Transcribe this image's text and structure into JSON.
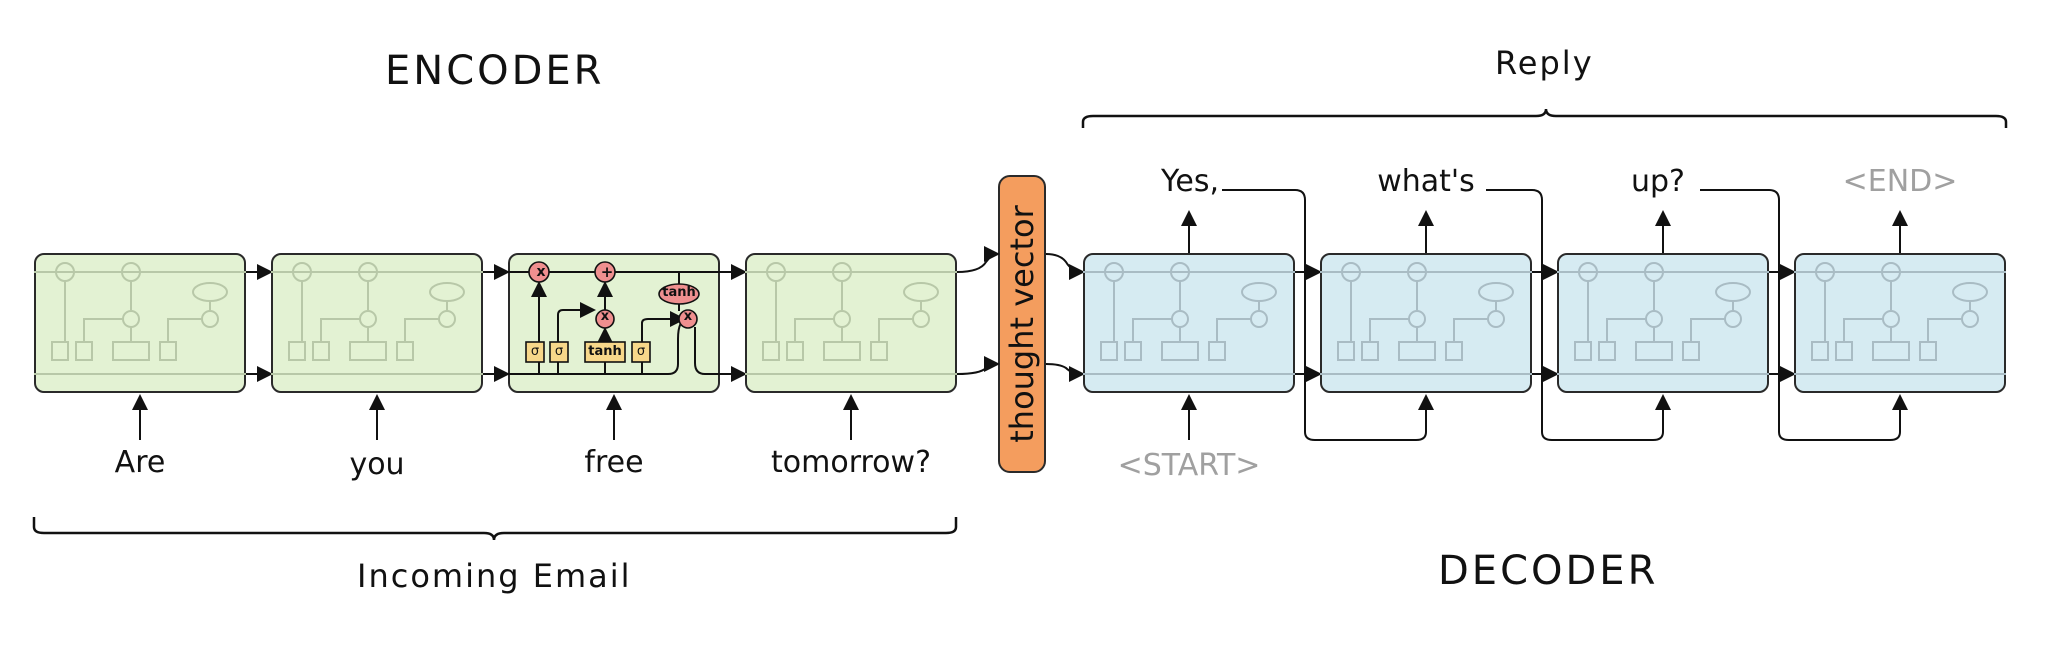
{
  "labels": {
    "encoder": "ENCODER",
    "decoder": "DECODER",
    "incoming": "Incoming Email",
    "reply": "Reply",
    "thought_vector": "thought vector"
  },
  "encoder_inputs": [
    "Are",
    "you",
    "free",
    "tomorrow?"
  ],
  "decoder_input": "<START>",
  "decoder_outputs": [
    "Yes,",
    "what's",
    "up?",
    "<END>"
  ],
  "gate_labels": {
    "multiply": "x",
    "add": "+",
    "tanh": "tanh",
    "sigma": "σ"
  },
  "colors": {
    "encoder_cell": "#e3f2d3",
    "decoder_cell": "#d6ebf2",
    "thought_vector": "#f49d5e",
    "gate_yellow": "#f7d78a",
    "gate_pink": "#ef8f8f",
    "end_tokens_gray": "#a0a0a0"
  }
}
